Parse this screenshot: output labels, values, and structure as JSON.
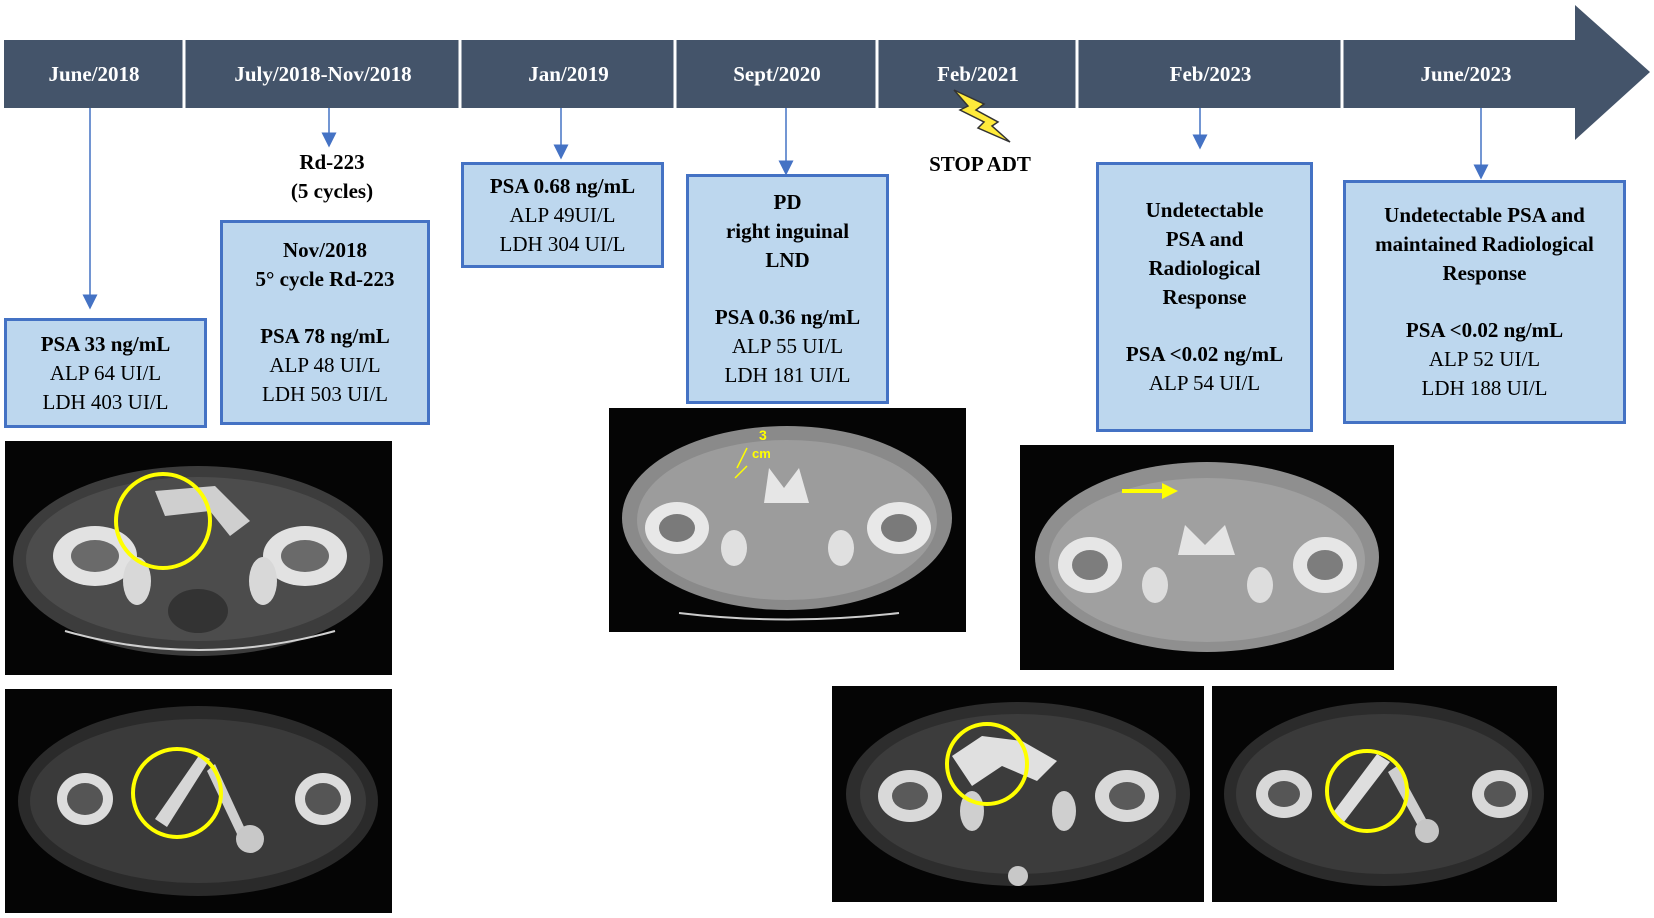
{
  "timeline": {
    "periods": [
      "June/2018",
      "July/2018-Nov/2018",
      "Jan/2019",
      "Sept/2020",
      "Feb/2021",
      "Feb/2023",
      "June/2023"
    ],
    "bar_color": "#44546a"
  },
  "notes": {
    "rd223": [
      "Rd-223",
      "(5 cycles)"
    ],
    "stop_adt": "STOP ADT"
  },
  "boxes": {
    "june2018": {
      "psa": "PSA 33 ng/mL",
      "alp": "ALP 64 UI/L",
      "ldh": "LDH 403 UI/L"
    },
    "nov2018": {
      "h1": "Nov/2018",
      "h2": "5° cycle Rd-223",
      "psa": "PSA 78 ng/mL",
      "alp": "ALP 48 UI/L",
      "ldh": "LDH 503 UI/L"
    },
    "jan2019": {
      "psa": "PSA 0.68 ng/mL",
      "alp": "ALP 49UI/L",
      "ldh": "LDH 304 UI/L"
    },
    "sept2020": {
      "h1": "PD",
      "h2": "right inguinal",
      "h3": "LND",
      "psa": "PSA 0.36 ng/mL",
      "alp": "ALP 55 UI/L",
      "ldh": "LDH 181 UI/L"
    },
    "feb2023": {
      "h1": "Undetectable",
      "h2": "PSA and",
      "h3": "Radiological",
      "h4": "Response",
      "psa": "PSA <0.02 ng/mL",
      "alp": "ALP 54 UI/L"
    },
    "june2023": {
      "h1": "Undetectable PSA and",
      "h2": "maintained Radiological",
      "h3": "Response",
      "psa": "PSA <0.02 ng/mL",
      "alp": "ALP 52 UI/L",
      "ldh": "LDH 188 UI/L"
    }
  },
  "scans": {
    "measure_value": "3",
    "measure_unit": "cm"
  },
  "colors": {
    "box_fill": "#bdd7ee",
    "box_border": "#4472c4",
    "connector": "#4472c4",
    "highlight": "#ffff00",
    "lightning": "#ffeb3b"
  }
}
